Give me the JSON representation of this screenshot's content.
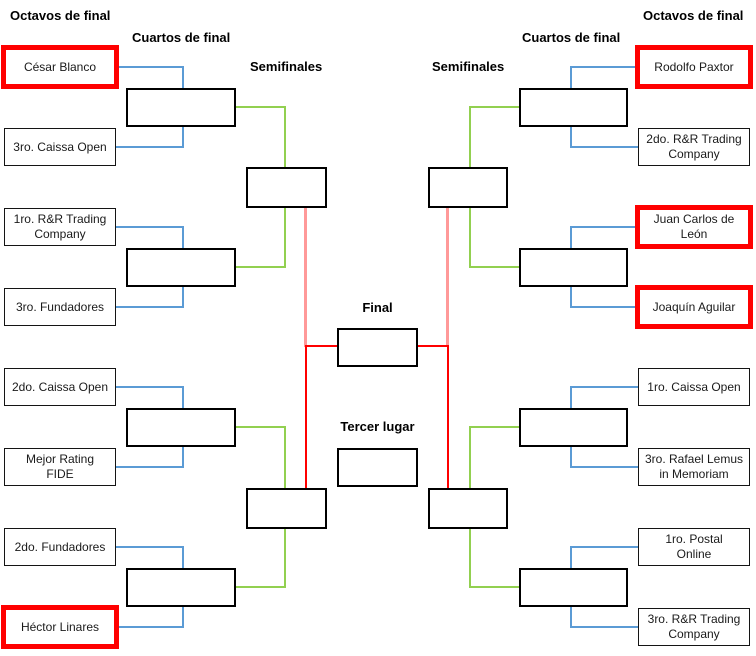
{
  "headers": {
    "octavos_left": "Octavos de final",
    "cuartos_left": "Cuartos de final",
    "semifinales_left": "Semifinales",
    "semifinales_right": "Semifinales",
    "cuartos_right": "Cuartos de final",
    "octavos_right": "Octavos de final",
    "final": "Final",
    "tercer_lugar": "Tercer lugar"
  },
  "colors": {
    "blue": "#5B9BD5",
    "green": "#92D050",
    "red": "#FF0000",
    "pink": "#FF9999"
  },
  "left": {
    "entries": [
      {
        "label": "César Blanco",
        "winner": true
      },
      {
        "label": "3ro. Caissa Open",
        "winner": false
      },
      {
        "label": "1ro. R&R Trading\nCompany",
        "winner": false
      },
      {
        "label": "3ro. Fundadores",
        "winner": false
      },
      {
        "label": "2do. Caissa Open",
        "winner": false
      },
      {
        "label": "Mejor Rating\nFIDE",
        "winner": false
      },
      {
        "label": "2do. Fundadores",
        "winner": false
      },
      {
        "label": "Héctor Linares",
        "winner": true
      }
    ]
  },
  "right": {
    "entries": [
      {
        "label": "Rodolfo Paxtor",
        "winner": true
      },
      {
        "label": "2do. R&R Trading\nCompany",
        "winner": false
      },
      {
        "label": "Juan Carlos de\nLeón",
        "winner": true
      },
      {
        "label": "Joaquín Aguilar",
        "winner": true
      },
      {
        "label": "1ro. Caissa Open",
        "winner": false
      },
      {
        "label": "3ro. Rafael Lemus\nin Memoriam",
        "winner": false
      },
      {
        "label": "1ro. Postal\nOnline",
        "winner": false
      },
      {
        "label": "3ro. R&R Trading\nCompany",
        "winner": false
      }
    ]
  }
}
